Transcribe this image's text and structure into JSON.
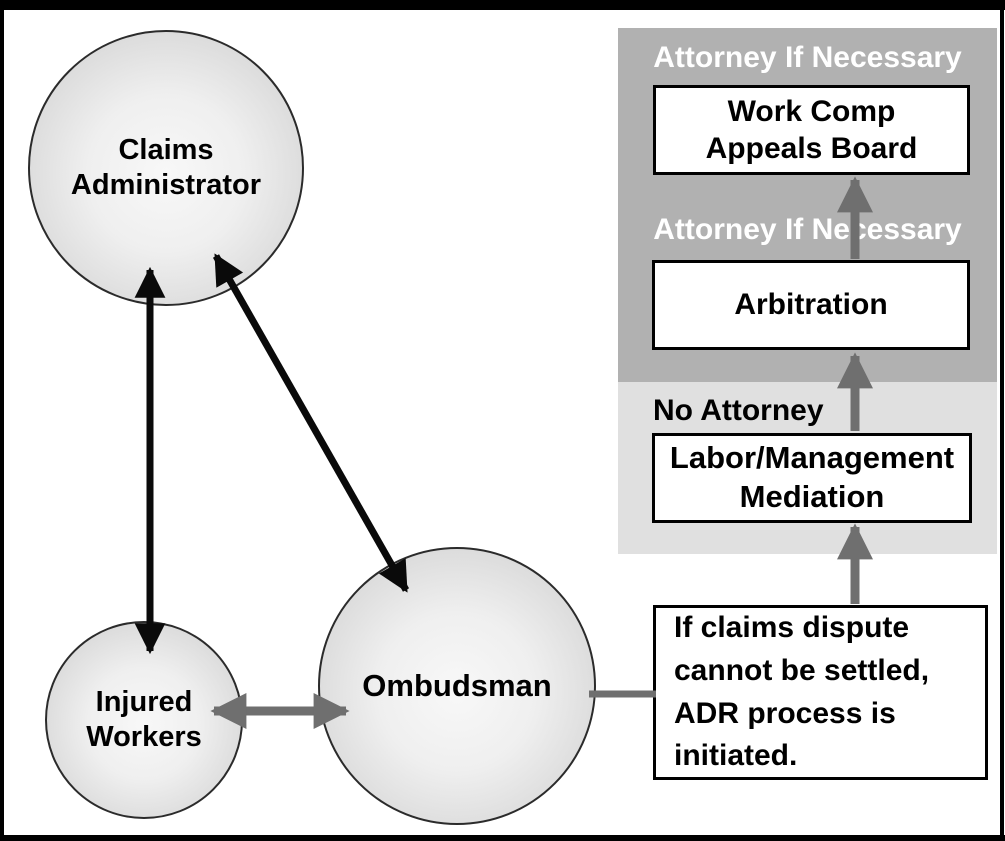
{
  "colors": {
    "dark_section_bg": "#b1b1b1",
    "light_section_bg": "#e0e0e0",
    "gray_arrow": "#6f6f6f",
    "black_arrow": "#0a0a0a",
    "box_bg": "#ffffff",
    "box_border": "#000000",
    "section_label_white": "#ffffff"
  },
  "circles": {
    "claims_administrator": {
      "line1": "Claims",
      "line2": "Administrator"
    },
    "injured_workers": {
      "line1": "Injured",
      "line2": "Workers"
    },
    "ombudsman": {
      "label": "Ombudsman"
    }
  },
  "right_flow": {
    "attorney_top_label": "Attorney If Necessary",
    "attorney_mid_label": "Attorney If Necessary",
    "no_attorney_label": "No Attorney",
    "boxes": {
      "work_comp_appeals": {
        "line1": "Work Comp",
        "line2": "Appeals Board"
      },
      "arbitration": {
        "label": "Arbitration"
      },
      "labor_mediation": {
        "line1": "Labor/Management",
        "line2": "Mediation"
      },
      "adr_trigger": {
        "line1": "If claims dispute",
        "line2": "cannot be settled,",
        "line3": "ADR process is",
        "line4": "initiated."
      }
    }
  }
}
